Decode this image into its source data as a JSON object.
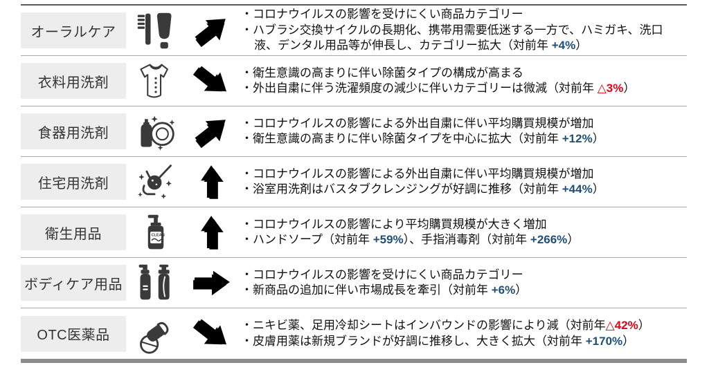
{
  "bullet_char": "・",
  "colors": {
    "positive_value": "#1f4e79",
    "negative_value": "#e60012",
    "arrow_blue": "#3e70a6",
    "arrow_red": "#e43b2b",
    "label_box_bg": "#ededed"
  },
  "icons": {
    "clean_label": "CLEAN"
  },
  "rows": [
    {
      "label": "オーラルケア",
      "icon": "toothbrush-toothpaste-icon",
      "trend": {
        "direction": "up-right",
        "color": "blue"
      },
      "bullets": [
        [
          {
            "t": "コロナウイルスの影響を受けにくい商品カテゴリー",
            "c": "n"
          }
        ],
        [
          {
            "t": "ハブラシ交換サイクルの長期化、携帯用需要低迷する一方で、ハミガキ、洗口液、デンタル用品等が伸長し、カテゴリー拡大（対前年 ",
            "c": "n"
          },
          {
            "t": "+4%",
            "c": "up"
          },
          {
            "t": "）",
            "c": "n"
          }
        ]
      ]
    },
    {
      "label": "衣料用洗剤",
      "icon": "blouse-icon",
      "trend": {
        "direction": "down-right",
        "color": "red"
      },
      "bullets": [
        [
          {
            "t": "衛生意識の高まりに伴い除菌タイプの構成が高まる",
            "c": "n"
          }
        ],
        [
          {
            "t": "外出自粛に伴う洗濯頻度の減少に伴いカテゴリーは微減（対前年 ",
            "c": "n"
          },
          {
            "t": "△3%",
            "c": "down"
          },
          {
            "t": "）",
            "c": "n"
          }
        ]
      ]
    },
    {
      "label": "食器用洗剤",
      "icon": "dish-detergent-icon",
      "trend": {
        "direction": "up-right",
        "color": "blue"
      },
      "bullets": [
        [
          {
            "t": "コロナウイルスの影響による外出自粛に伴い平均購買規模が増加",
            "c": "n"
          }
        ],
        [
          {
            "t": "衛生意識の高まりに伴い除菌タイプを中心に拡大（対前年 ",
            "c": "n"
          },
          {
            "t": "+12%",
            "c": "up"
          },
          {
            "t": "）",
            "c": "n"
          }
        ]
      ]
    },
    {
      "label": "住宅用洗剤",
      "icon": "cleaning-sponge-icon",
      "trend": {
        "direction": "up",
        "color": "blue"
      },
      "bullets": [
        [
          {
            "t": "コロナウイルスの影響による外出自粛に伴い平均購買規模が増加",
            "c": "n"
          }
        ],
        [
          {
            "t": "浴室用洗剤はバスタブクレンジングが好調に推移（対前年 ",
            "c": "n"
          },
          {
            "t": "+44%",
            "c": "up"
          },
          {
            "t": "）",
            "c": "n"
          }
        ]
      ]
    },
    {
      "label": "衛生用品",
      "icon": "pump-bottle-clean-icon",
      "trend": {
        "direction": "up",
        "color": "blue"
      },
      "bullets": [
        [
          {
            "t": "コロナウイルスの影響により平均購買規模が大きく増加",
            "c": "n"
          }
        ],
        [
          {
            "t": "ハンドソープ（対前年 ",
            "c": "n"
          },
          {
            "t": "+59%",
            "c": "up"
          },
          {
            "t": "）、手指消毒剤（対前年 ",
            "c": "n"
          },
          {
            "t": "+266%",
            "c": "up"
          },
          {
            "t": "）",
            "c": "n"
          }
        ]
      ]
    },
    {
      "label": "ボディケア用品",
      "icon": "body-bottles-icon",
      "trend": {
        "direction": "right",
        "color": "blue"
      },
      "bullets": [
        [
          {
            "t": "コロナウイルスの影響を受けにくい商品カテゴリー",
            "c": "n"
          }
        ],
        [
          {
            "t": "新商品の追加に伴い市場成長を牽引（対前年 ",
            "c": "n"
          },
          {
            "t": "+6%",
            "c": "up"
          },
          {
            "t": "）",
            "c": "n"
          }
        ]
      ]
    },
    {
      "label": "OTC医薬品",
      "icon": "pills-icon",
      "trend": {
        "direction": "down-right",
        "color": "red"
      },
      "bullets": [
        [
          {
            "t": "ニキビ薬、足用冷却シートはインバウンドの影響により減（対前年",
            "c": "n"
          },
          {
            "t": "△42%",
            "c": "down"
          },
          {
            "t": "）",
            "c": "n"
          }
        ],
        [
          {
            "t": "皮膚用薬は新規ブランドが好調に推移し、大きく拡大（対前年 ",
            "c": "n"
          },
          {
            "t": "+170%",
            "c": "up"
          },
          {
            "t": "）",
            "c": "n"
          }
        ]
      ]
    }
  ]
}
